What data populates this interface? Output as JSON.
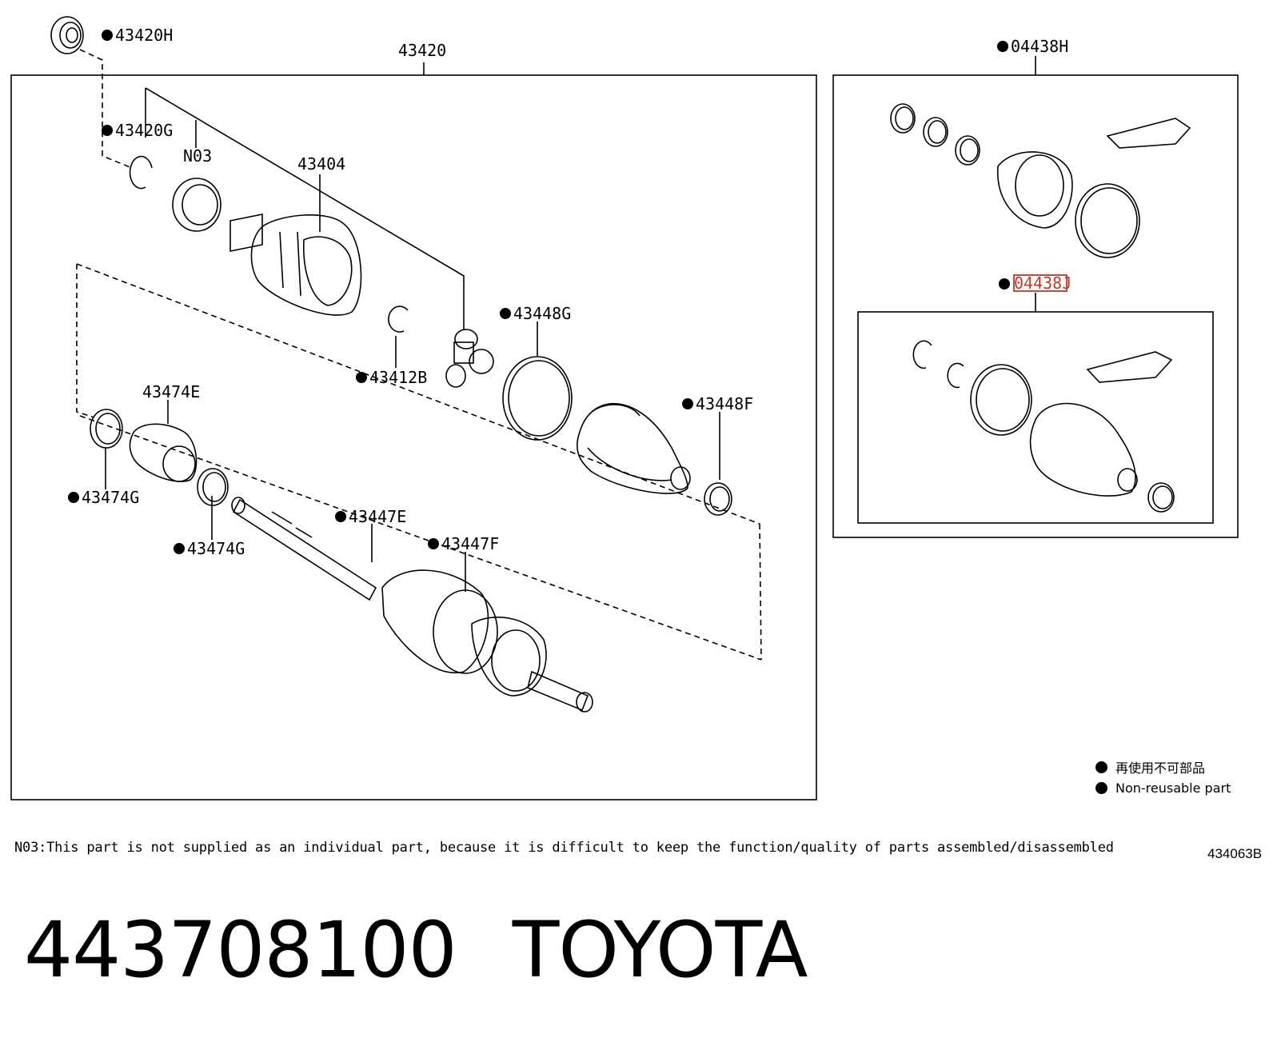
{
  "assembly": {
    "main_part": "43420",
    "kit_part_1": "04438H",
    "kit_part_2": "04438J"
  },
  "labels": {
    "p43420H": "43420H",
    "p43420G": "43420G",
    "pN03": "N03",
    "p43404": "43404",
    "p43412B": "43412B",
    "p43448G": "43448G",
    "p43448F": "43448F",
    "p43474E": "43474E",
    "p43474G_a": "43474G",
    "p43474G_b": "43474G",
    "p43447E": "43447E",
    "p43447F": "43447F"
  },
  "legend": {
    "jp": "再使用不可部品",
    "en": "Non-reusable part"
  },
  "footnote": "N03:This part is not supplied as an individual part, because it is difficult to keep the function/quality of parts assembled/disassembled",
  "figure_ref": "434063B",
  "product": {
    "part_number": "443708100",
    "brand": "TOYOTA"
  },
  "colors": {
    "line": "#000000",
    "highlight": "#c0392b"
  }
}
